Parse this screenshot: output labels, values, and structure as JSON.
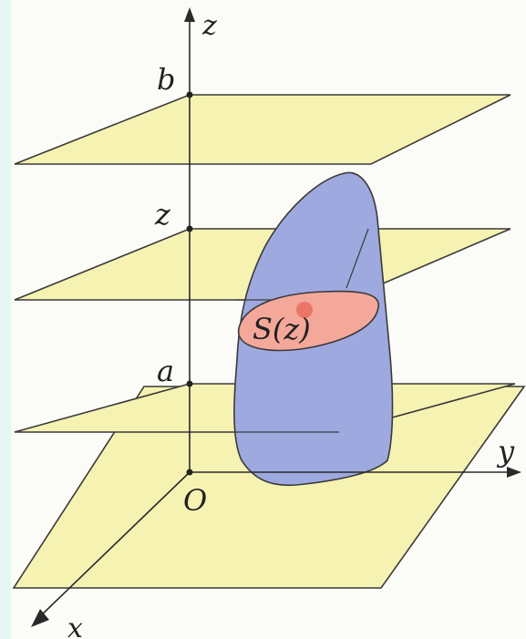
{
  "labels": {
    "z_axis": "z",
    "y_axis": "y",
    "x_axis": "x",
    "origin": "O",
    "b": "b",
    "z_level": "z",
    "a": "a",
    "section": "S(z)"
  },
  "colors": {
    "background_margin": "#e6f6f4",
    "paper": "#fbfbf8",
    "plane_fill": "#f6f2b2",
    "plane_stroke": "#3a3a3a",
    "body_fill": "#9ea9df",
    "section_fill": "#f4a89a",
    "section_dot": "#e0392b",
    "axis": "#2a2a2a"
  }
}
